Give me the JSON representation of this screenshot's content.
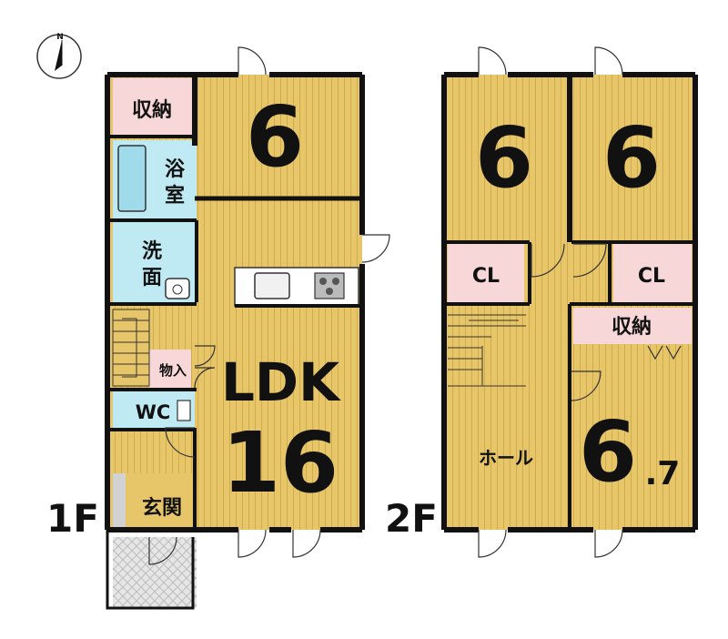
{
  "compass": {
    "north_label": "N"
  },
  "floors": [
    {
      "id": "1f",
      "label": "1F",
      "rooms": [
        {
          "key": "storage",
          "label": "収納"
        },
        {
          "key": "bath_1",
          "label": "浴"
        },
        {
          "key": "bath_2",
          "label": "室"
        },
        {
          "key": "wash_1",
          "label": "洗"
        },
        {
          "key": "wash_2",
          "label": "面"
        },
        {
          "key": "closet",
          "label": "物入"
        },
        {
          "key": "wc",
          "label": "WC"
        },
        {
          "key": "entrance",
          "label": "玄関"
        },
        {
          "key": "ldk_name",
          "label": "LDK"
        },
        {
          "key": "ldk_size",
          "label": "16"
        },
        {
          "key": "room_size",
          "label": "6"
        }
      ]
    },
    {
      "id": "2f",
      "label": "2F",
      "rooms": [
        {
          "key": "room_a_size",
          "label": "6"
        },
        {
          "key": "room_b_size",
          "label": "6"
        },
        {
          "key": "cl_left",
          "label": "CL"
        },
        {
          "key": "cl_right",
          "label": "CL"
        },
        {
          "key": "storage",
          "label": "収納"
        },
        {
          "key": "hall",
          "label": "ホール"
        },
        {
          "key": "room_c_size",
          "label": "6"
        },
        {
          "key": "room_c_decimal",
          "label": ".7"
        }
      ]
    }
  ],
  "colors": {
    "wood_floor": "#e7c66a",
    "wood_line": "#d2ab4c",
    "wet_area": "#bfeaf3",
    "storage": "#f7d7d7",
    "entry_tile": "#e0e0e0",
    "wall": "#111111"
  }
}
